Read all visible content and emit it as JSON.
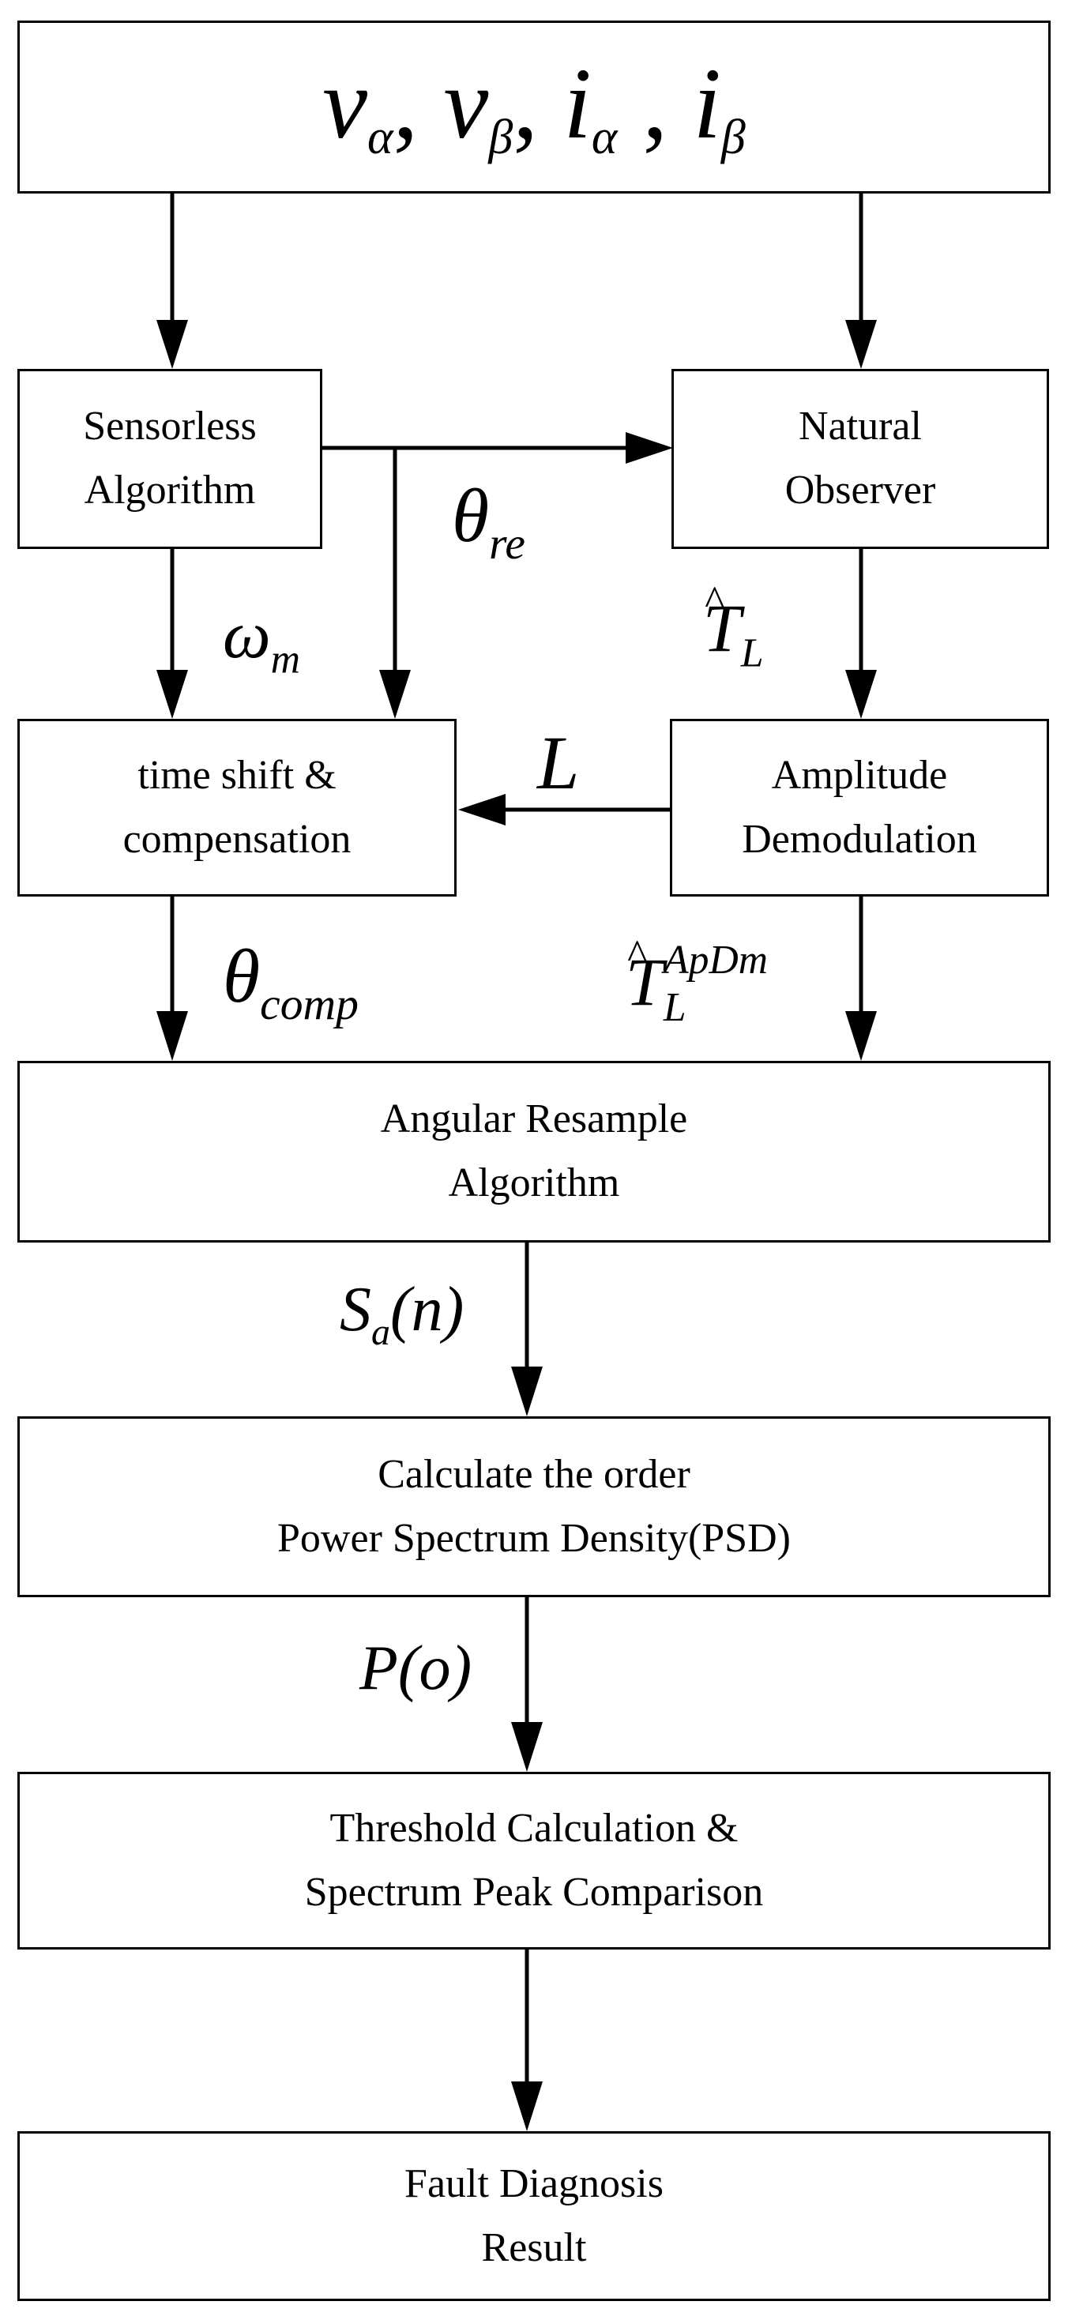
{
  "inputs": {
    "v": "v",
    "alpha1": "α",
    "v2": "v",
    "beta1": "β",
    "i": "i",
    "alpha2": "α",
    "i2": "i",
    "beta2": "β",
    "sep": ","
  },
  "boxes": {
    "sensorless": [
      "Sensorless",
      "Algorithm"
    ],
    "natural_observer": [
      "Natural",
      "Observer"
    ],
    "time_shift": [
      "time shift &",
      "compensation"
    ],
    "amplitude_demod": [
      "Amplitude",
      "Demodulation"
    ],
    "angular_resample": [
      "Angular Resample",
      "Algorithm"
    ],
    "calculate_psd": [
      "Calculate the order",
      "Power Spectrum Density(PSD)"
    ],
    "threshold": [
      "Threshold Calculation &",
      "Spectrum Peak Comparison"
    ],
    "fault_diagnosis": [
      "Fault Diagnosis",
      "Result"
    ]
  },
  "signals": {
    "theta_re": {
      "base": "θ",
      "sub": "re"
    },
    "omega_m": {
      "base": "ω",
      "sub": "m"
    },
    "T_L_hat": {
      "base": "T",
      "sub": "L"
    },
    "L": "L",
    "theta_comp": {
      "base": "θ",
      "sub": "comp"
    },
    "T_L_hat_apdm": {
      "base": "T",
      "sub": "L",
      "sup": "ApDm"
    },
    "S_a_n": {
      "base": "S",
      "sub": "a",
      "arg": "(n)"
    },
    "P_o": {
      "base": "P",
      "arg": "(o)"
    }
  }
}
